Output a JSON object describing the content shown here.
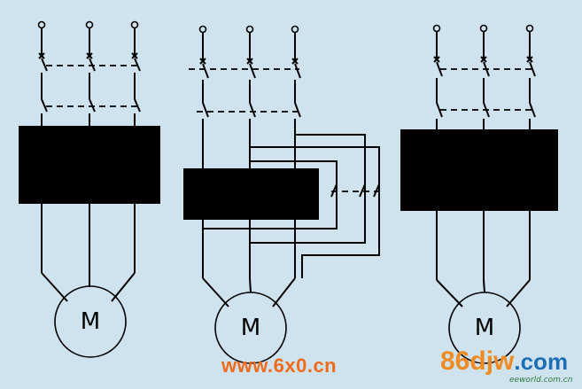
{
  "motors": [
    {
      "label": "M"
    },
    {
      "label": "M"
    },
    {
      "label": "M"
    }
  ],
  "watermarks": {
    "left": "www.6x0.cn",
    "right_main": "86djw",
    "right_tld": ".com",
    "right_sub": "eeworld.com.cn"
  },
  "colors": {
    "background": "#cfe3ee",
    "line": "#000000",
    "watermark_orange": "#f26a1c",
    "watermark_blue": "#1d6fb5"
  }
}
